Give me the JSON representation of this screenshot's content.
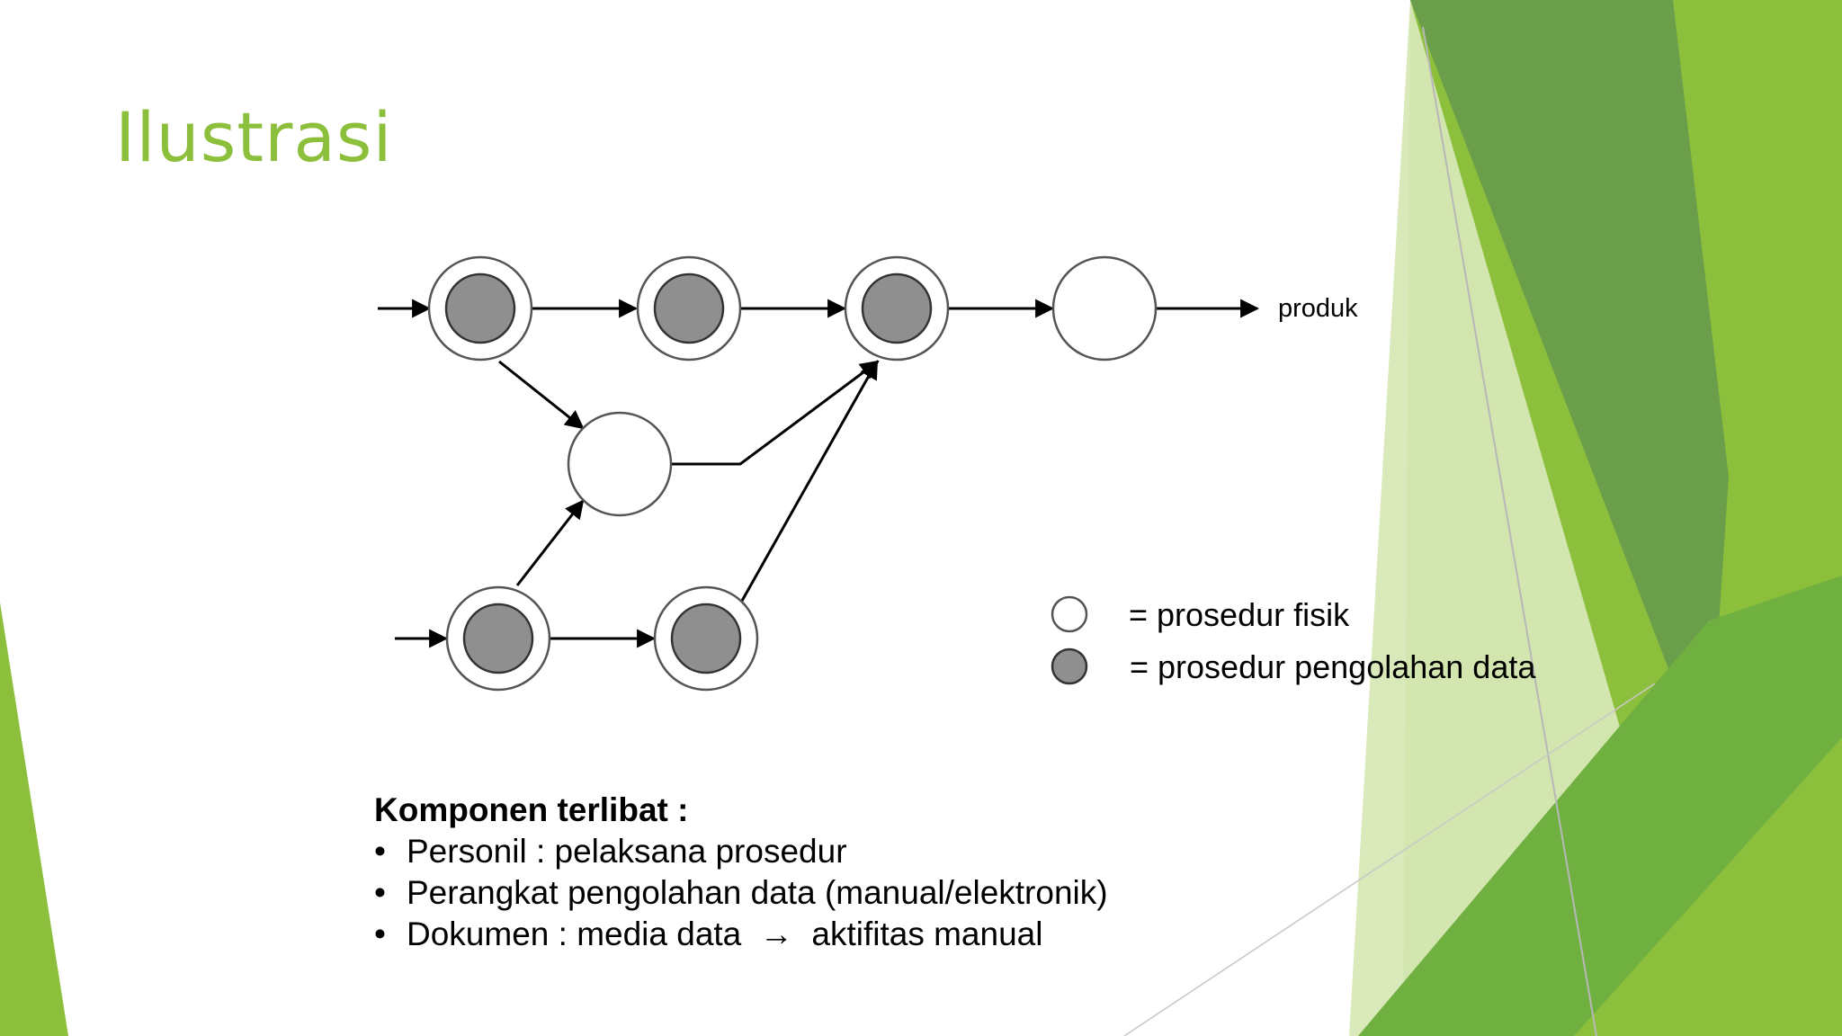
{
  "slide": {
    "title": "Ilustrasi",
    "colors": {
      "title": "#8cc03c",
      "green_light": "#dcebc0",
      "green_mid": "#8cc03c",
      "green_dark": "#5f9630",
      "processing_fill": "#8f8f8f"
    }
  },
  "diagram": {
    "output_label": "produk",
    "legend": [
      {
        "symbol": "empty-circle",
        "label": "= prosedur fisik"
      },
      {
        "symbol": "filled-circle",
        "label": "= prosedur pengolahan data"
      }
    ]
  },
  "components": {
    "heading": "Komponen terlibat :",
    "items": [
      {
        "bullet": "•",
        "text": "Personil : pelaksana prosedur"
      },
      {
        "bullet": "•",
        "text": "Perangkat pengolahan data (manual/elektronik)"
      },
      {
        "bullet": "•",
        "text": "Dokumen : media data  →  aktifitas manual"
      }
    ]
  }
}
